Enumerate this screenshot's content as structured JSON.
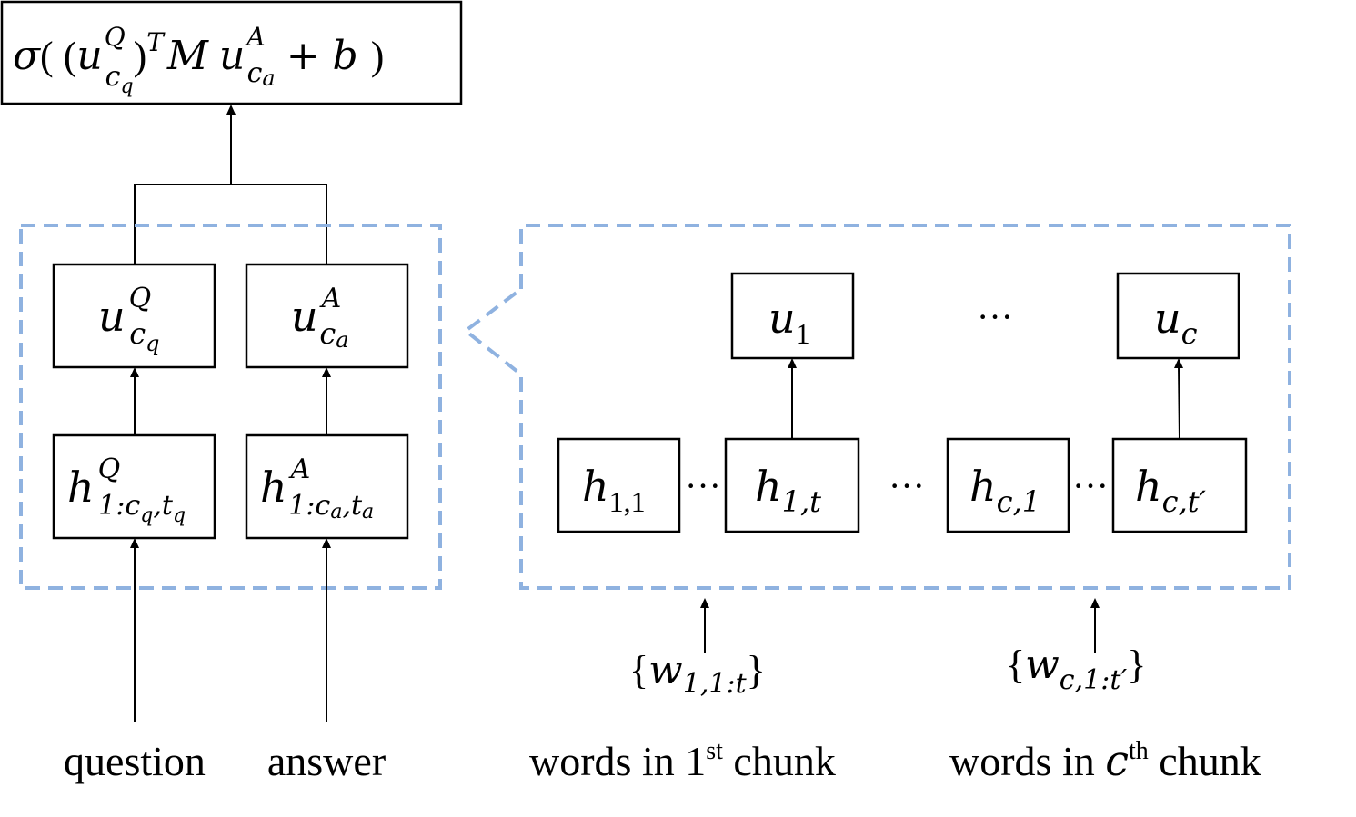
{
  "formula": {
    "sigma": "σ",
    "open": "( (",
    "u1": "u",
    "sup_q": "Q",
    "sub_cq": "c",
    "sub_cq_q": "q",
    "transpose": ")",
    "sup_t": "T",
    "m": "M",
    "u2": "u",
    "sup_a": "A",
    "sub_ca": "c",
    "sub_ca_a": "a",
    "plus_b": "+ b",
    "close": ")"
  },
  "left_panel": {
    "uq": {
      "base": "u",
      "sup": "Q",
      "sub": "c",
      "subsub": "q"
    },
    "ua": {
      "base": "u",
      "sup": "A",
      "sub": "c",
      "subsub": "a"
    },
    "hq": {
      "base": "h",
      "sup": "Q",
      "sub": "1:c",
      "subsub": "q",
      "sub2": ",t",
      "subsub2": "q"
    },
    "ha": {
      "base": "h",
      "sup": "A",
      "sub": "1:c",
      "subsub": "a",
      "sub2": ",t",
      "subsub2": "a"
    },
    "question_label": "question",
    "answer_label": "answer"
  },
  "right_panel": {
    "u1": {
      "base": "u",
      "sub": "1"
    },
    "uc": {
      "base": "u",
      "sub": "c"
    },
    "top_ellipsis": "···",
    "h11": {
      "base": "h",
      "sub": "1,1"
    },
    "h1t": {
      "base": "h",
      "sub": "1,t"
    },
    "hc1": {
      "base": "h",
      "sub": "c,1"
    },
    "hct": {
      "base": "h",
      "sub": "c,t′"
    },
    "ellipsis_a": "···",
    "ellipsis_b": "···",
    "ellipsis_c": "···",
    "w1": {
      "open": "{",
      "base": "w",
      "sub": "1,1:t",
      "close": "}"
    },
    "wc": {
      "open": "{",
      "base": "w",
      "sub": "c,1:t′",
      "close": "}"
    },
    "chunk1": {
      "pre": "words in 1",
      "sup": "st",
      "post": " chunk"
    },
    "chunkc": {
      "pre": "words in ",
      "var": "c",
      "sup": "th",
      "post": " chunk"
    }
  },
  "colors": {
    "dashed_border": "#8fb2e0",
    "stroke": "#000000"
  }
}
